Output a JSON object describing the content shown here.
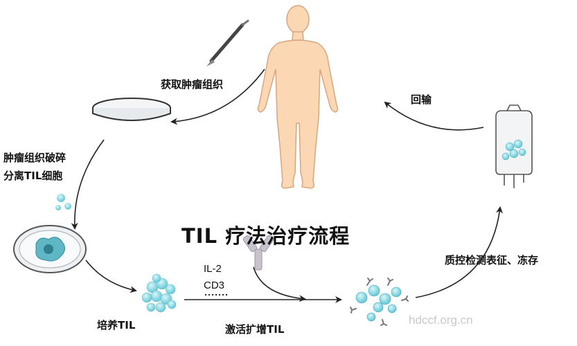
{
  "title": "TIL 疗法治疗流程",
  "steps": {
    "obtain": "获取肿瘤组织",
    "fragment_line1": "肿瘤组织破碎",
    "fragment_line2": "分离TIL细胞",
    "culture": "培养TIL",
    "activate": "激活扩增TIL",
    "qc": "质控检测表征、冻存",
    "infuse": "回输"
  },
  "reagents": [
    "IL-2",
    "CD3"
  ],
  "watermark": "hdccf.org.cn",
  "colors": {
    "skin": "#fbd7b3",
    "skin_outline": "#d9a57e",
    "cell": "#7fd4df",
    "cell_dark": "#3aa9bb",
    "antibody": "#c7c2cc",
    "arrow": "#222222"
  }
}
